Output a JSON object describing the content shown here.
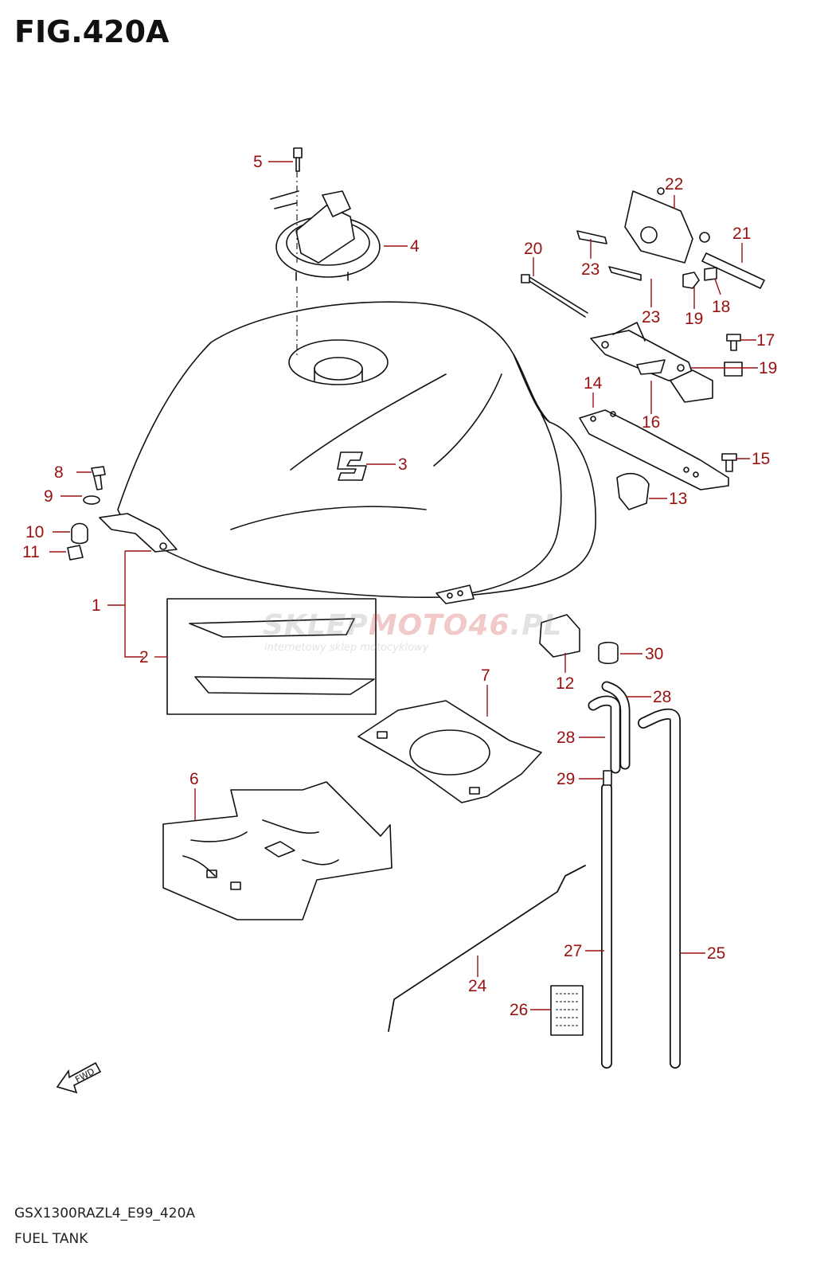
{
  "figure": {
    "title": "FIG.420A",
    "model_code": "GSX1300RAZL4_E99_420A",
    "name": "FUEL TANK"
  },
  "watermark": {
    "brand_prefix": "SKLEP",
    "brand_highlight": "MOTO46",
    "brand_suffix": ".PL",
    "tagline": "internetowy sklep motocyklowy"
  },
  "fwd_label": "FWD",
  "callouts": {
    "c1": "1",
    "c2": "2",
    "c3": "3",
    "c4": "4",
    "c5": "5",
    "c6": "6",
    "c7": "7",
    "c8": "8",
    "c9": "9",
    "c10": "10",
    "c11": "11",
    "c12": "12",
    "c13": "13",
    "c14": "14",
    "c15": "15",
    "c16": "16",
    "c17": "17",
    "c18": "18",
    "c19a": "19",
    "c19b": "19",
    "c20": "20",
    "c21": "21",
    "c22": "22",
    "c23a": "23",
    "c23b": "23",
    "c24": "24",
    "c25": "25",
    "c26": "26",
    "c27": "27",
    "c28a": "28",
    "c28b": "28",
    "c29": "29",
    "c30": "30"
  },
  "colors": {
    "callout": "#9a1010",
    "line_art": "#111111"
  }
}
